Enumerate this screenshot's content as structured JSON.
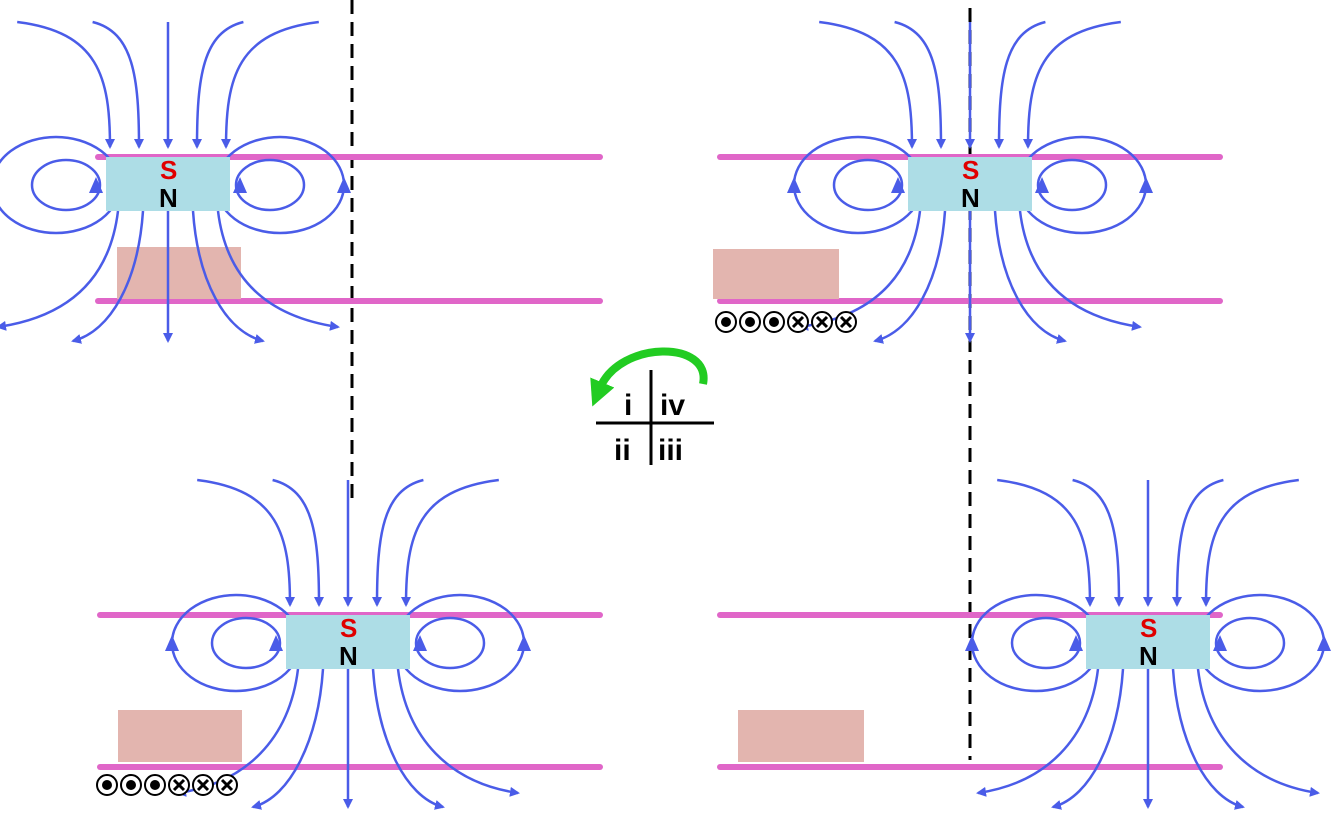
{
  "figure": {
    "colors": {
      "field_line": "#4A5CE8",
      "rail": "#E066C8",
      "magnet": "#ADDDE6",
      "block": "#E3B5AF",
      "divider": "#000000",
      "rotation_arrow": "#22CC22",
      "pole_s": "#E00000",
      "pole_n": "#000000"
    },
    "magnet": {
      "top_pole": "S",
      "bottom_pole": "N"
    },
    "currents": {
      "out_of_page_symbol": "dot-in-circle",
      "into_page_symbol": "cross-in-circle",
      "counts": {
        "out_of_page": 3,
        "into_page": 3
      }
    },
    "rotation_legend": {
      "labels": {
        "q1": "i",
        "q2": "ii",
        "q3": "iii",
        "q4": "iv"
      },
      "arrow_icon": "curved-arrow-counterclockwise-icon"
    },
    "panels": [
      {
        "id": "i",
        "has_current_marks": false
      },
      {
        "id": "iv",
        "has_current_marks": true
      },
      {
        "id": "ii",
        "has_current_marks": true
      },
      {
        "id": "iii",
        "has_current_marks": false
      }
    ]
  }
}
